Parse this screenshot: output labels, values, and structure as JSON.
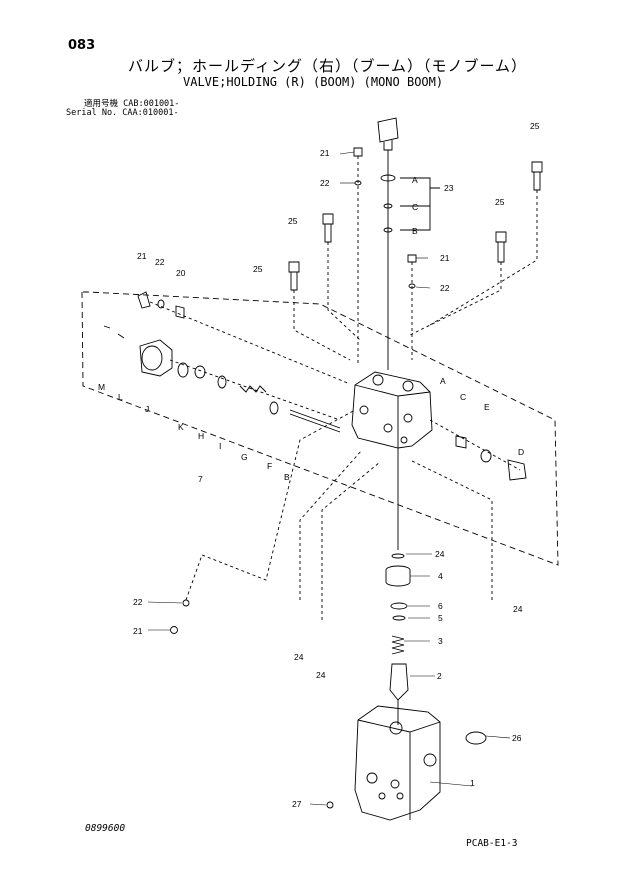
{
  "page_number": "083",
  "title_jp": "バルブ；ホールディング（右）（ブーム）（モノブーム）",
  "title_en": "VALVE;HOLDING (R) (BOOM) (MONO BOOM)",
  "serial_line_1": "適用号機 CAB:001001-",
  "serial_line_2": "Serial No. CAA:010001-",
  "drawing_code": "0899600",
  "page_code": "PCAB-E1-3",
  "part_labels": {
    "p1": "1",
    "p2": "2",
    "p3": "3",
    "p4": "4",
    "p5": "5",
    "p6": "6",
    "p7": "7",
    "p20": "20",
    "p21a": "21",
    "p21b": "21",
    "p21c": "21",
    "p21d": "21",
    "p22a": "22",
    "p22b": "22",
    "p22c": "22",
    "p22d": "22",
    "p23": "23",
    "p24a": "24",
    "p24b": "24",
    "p24c": "24",
    "p24d": "24",
    "p25a": "25",
    "p25b": "25",
    "p25c": "25",
    "p25d": "25",
    "p26": "26",
    "p27": "27",
    "A": "A",
    "B": "B",
    "C": "C",
    "D": "D",
    "E": "E",
    "F": "F",
    "G": "G",
    "H": "H",
    "I": "I",
    "J": "J",
    "K": "K",
    "L": "L",
    "M": "M",
    "kitA": "A",
    "kitB": "B",
    "kitC": "C"
  }
}
